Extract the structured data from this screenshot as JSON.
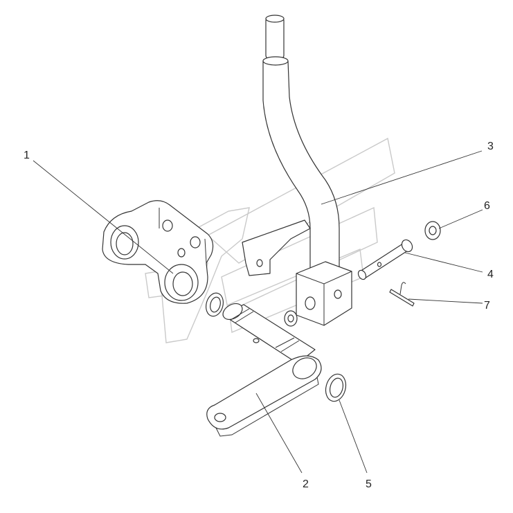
{
  "callouts": [
    {
      "id": "1",
      "label": "1"
    },
    {
      "id": "2",
      "label": "2"
    },
    {
      "id": "3",
      "label": "3"
    },
    {
      "id": "4",
      "label": "4"
    },
    {
      "id": "5",
      "label": "5"
    },
    {
      "id": "6",
      "label": "6"
    },
    {
      "id": "7",
      "label": "7"
    }
  ],
  "colors": {
    "line": "#333333",
    "watermark": "#c9c9c9",
    "background": "#ffffff"
  }
}
